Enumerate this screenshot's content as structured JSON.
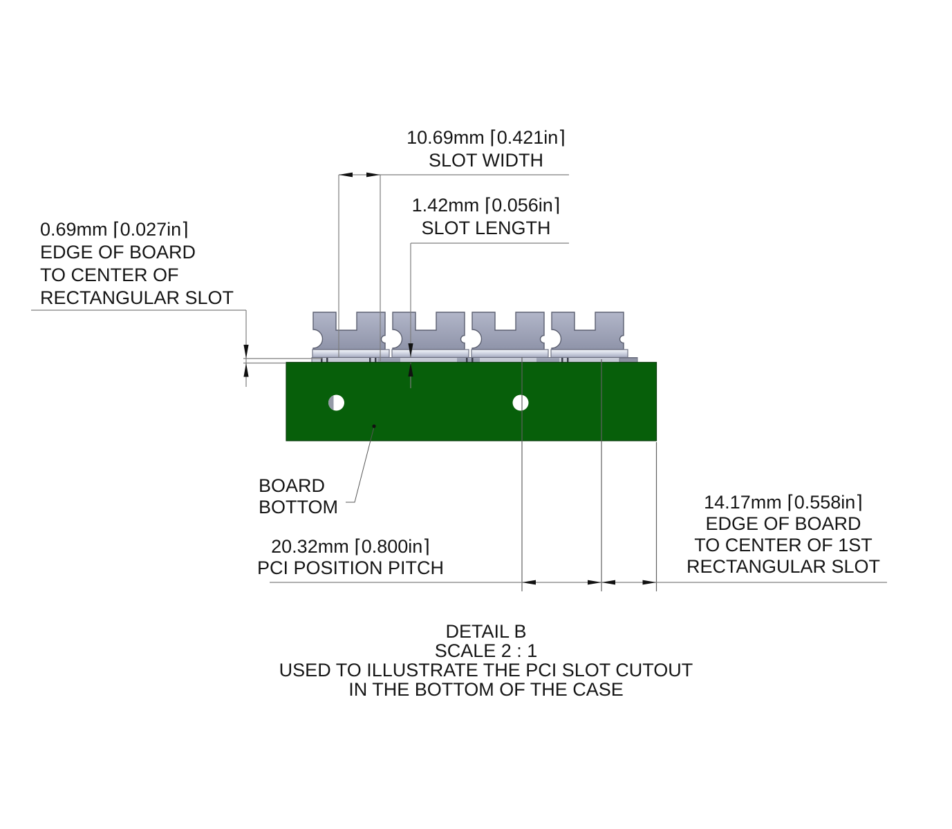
{
  "drawing_title": "PCI slot cutout detail",
  "colors": {
    "board_green": "#075f0a",
    "bracket_gray": "#9398ad",
    "strip_gray": "#c6cad6",
    "line_gray": "#7d7d7d",
    "text_black": "#151515"
  },
  "annotations": {
    "slot_width": {
      "lines": [
        "10.69mm ⌈0.421in⌉",
        "SLOT WIDTH"
      ]
    },
    "slot_length": {
      "lines": [
        "1.42mm ⌈0.056in⌉",
        "SLOT LENGTH"
      ]
    },
    "edge_to_slot_left": {
      "lines": [
        "0.69mm ⌈0.027in⌉",
        "EDGE OF BOARD",
        "TO CENTER OF",
        "RECTANGULAR SLOT"
      ]
    },
    "board_bottom": {
      "lines": [
        "BOARD",
        "BOTTOM"
      ]
    },
    "pci_pitch": {
      "lines": [
        "20.32mm ⌈0.800in⌉",
        "PCI POSITION PITCH"
      ]
    },
    "edge_to_slot_right": {
      "lines": [
        "14.17mm ⌈0.558in⌉",
        "EDGE OF BOARD",
        "TO CENTER OF 1ST",
        "RECTANGULAR SLOT"
      ]
    },
    "detail_title": {
      "lines": [
        "DETAIL B",
        "SCALE 2 : 1",
        "USED TO ILLUSTRATE THE PCI SLOT CUTOUT",
        "IN THE BOTTOM OF THE CASE"
      ]
    }
  }
}
